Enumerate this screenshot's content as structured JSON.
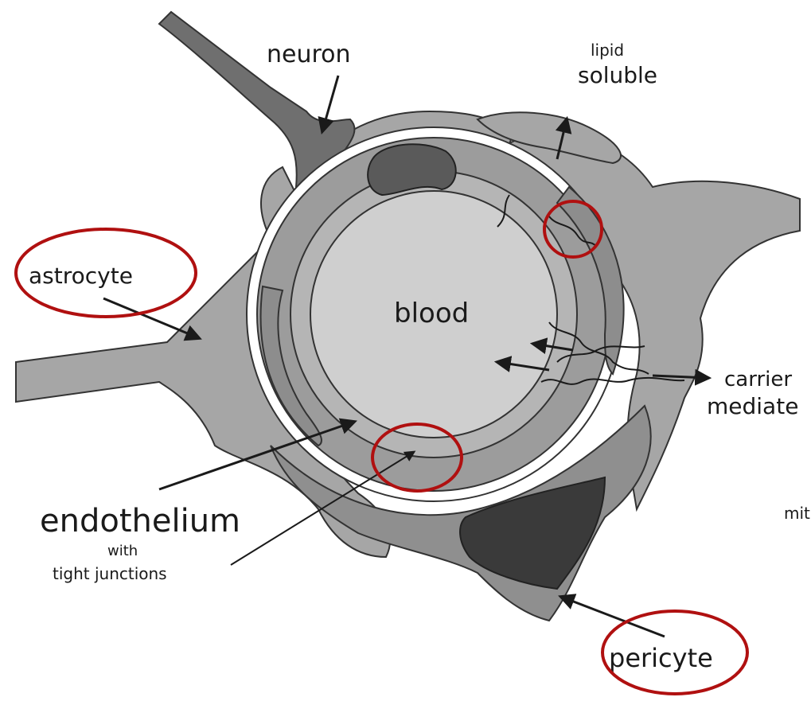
{
  "labels": {
    "neuron": "neuron",
    "lipid": "lipid",
    "soluble": "soluble",
    "astrocyte": "astrocyte",
    "blood": "blood",
    "carrier": "carrier",
    "mediated": "mediate",
    "mit": "mit",
    "endothelium": "endothelium",
    "with": "with",
    "tight_junctions": "tight junctions",
    "pericyte": "pericyte"
  },
  "colors": {
    "highlight_circle": "#b01010",
    "blood": "#cfcfcf",
    "endothelium": "#a9a9a9",
    "astrocyte": "#a6a6a6",
    "dark_cell": "#555555",
    "pericyte_nucleus": "#3a3a3a",
    "outline": "#333333",
    "background": "#ffffff"
  }
}
